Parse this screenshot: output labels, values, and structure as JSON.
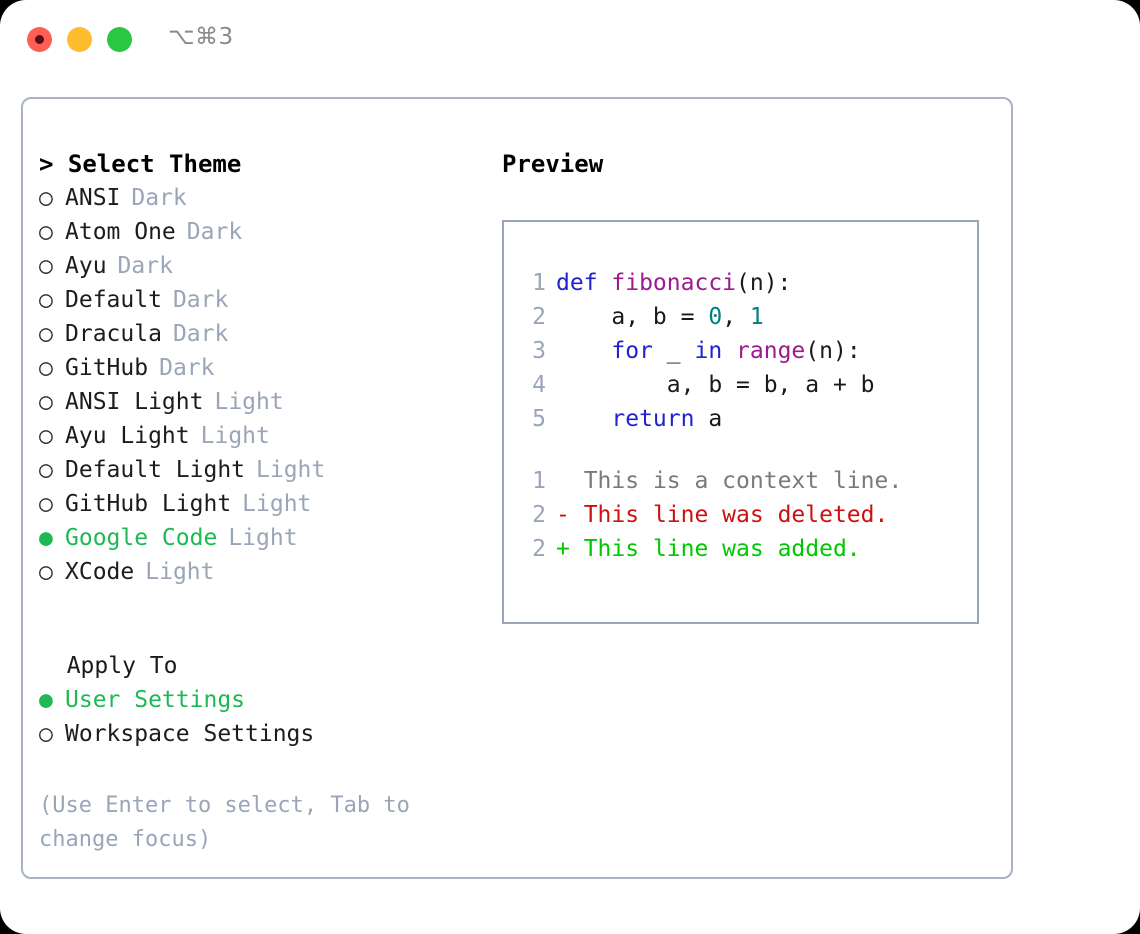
{
  "window": {
    "traffic_lights": [
      "close",
      "minimize",
      "maximize"
    ],
    "shortcut": "⌥⌘3",
    "colors": {
      "close": "#ff5f57",
      "minimize": "#ffbd2e",
      "maximize": "#28c840",
      "accent_green": "#1db954",
      "muted": "#9aa5b8",
      "keyword": "#2222cc",
      "function": "#9c1b8e",
      "number": "#00807f",
      "diff_add": "#00c800",
      "diff_del": "#cc1111"
    }
  },
  "theme_picker": {
    "header": "> Select Theme",
    "bullet_off": "○",
    "bullet_on": "●",
    "items": [
      {
        "name": "ANSI",
        "kind": "Dark",
        "selected": false
      },
      {
        "name": "Atom One",
        "kind": "Dark",
        "selected": false
      },
      {
        "name": "Ayu",
        "kind": "Dark",
        "selected": false
      },
      {
        "name": "Default",
        "kind": "Dark",
        "selected": false
      },
      {
        "name": "Dracula",
        "kind": "Dark",
        "selected": false
      },
      {
        "name": "GitHub",
        "kind": "Dark",
        "selected": false
      },
      {
        "name": "ANSI Light",
        "kind": "Light",
        "selected": false
      },
      {
        "name": "Ayu Light",
        "kind": "Light",
        "selected": false
      },
      {
        "name": "Default Light",
        "kind": "Light",
        "selected": false
      },
      {
        "name": "GitHub Light",
        "kind": "Light",
        "selected": false
      },
      {
        "name": "Google Code",
        "kind": "Light",
        "selected": true
      },
      {
        "name": "XCode",
        "kind": "Light",
        "selected": false
      }
    ]
  },
  "apply_to": {
    "header": "  Apply To",
    "options": [
      {
        "label": "User Settings",
        "selected": true
      },
      {
        "label": "Workspace Settings",
        "selected": false
      }
    ]
  },
  "hint": "(Use Enter to select, Tab to change focus)",
  "preview": {
    "header": "Preview",
    "code_lines": [
      {
        "num": "1",
        "tokens": [
          {
            "t": "def ",
            "c": "kw"
          },
          {
            "t": "fibonacci",
            "c": "fn"
          },
          {
            "t": "(n):",
            "c": "pl"
          }
        ]
      },
      {
        "num": "2",
        "tokens": [
          {
            "t": "    a, b = ",
            "c": "pl"
          },
          {
            "t": "0",
            "c": "num"
          },
          {
            "t": ", ",
            "c": "pl"
          },
          {
            "t": "1",
            "c": "num"
          }
        ]
      },
      {
        "num": "3",
        "tokens": [
          {
            "t": "    ",
            "c": "pl"
          },
          {
            "t": "for",
            "c": "kw"
          },
          {
            "t": " _ ",
            "c": "pl"
          },
          {
            "t": "in",
            "c": "kw"
          },
          {
            "t": " ",
            "c": "pl"
          },
          {
            "t": "range",
            "c": "fn"
          },
          {
            "t": "(n):",
            "c": "pl"
          }
        ]
      },
      {
        "num": "4",
        "tokens": [
          {
            "t": "        a, b = b, a + b",
            "c": "pl"
          }
        ]
      },
      {
        "num": "5",
        "tokens": [
          {
            "t": "    ",
            "c": "pl"
          },
          {
            "t": "return",
            "c": "kw"
          },
          {
            "t": " a",
            "c": "pl"
          }
        ]
      }
    ],
    "diff_lines": [
      {
        "num": "1",
        "marker": "  ",
        "text": "This is a context line.",
        "kind": "ctx"
      },
      {
        "num": "2",
        "marker": "- ",
        "text": "This line was deleted.",
        "kind": "del"
      },
      {
        "num": "2",
        "marker": "+ ",
        "text": "This line was added.",
        "kind": "add"
      }
    ]
  }
}
